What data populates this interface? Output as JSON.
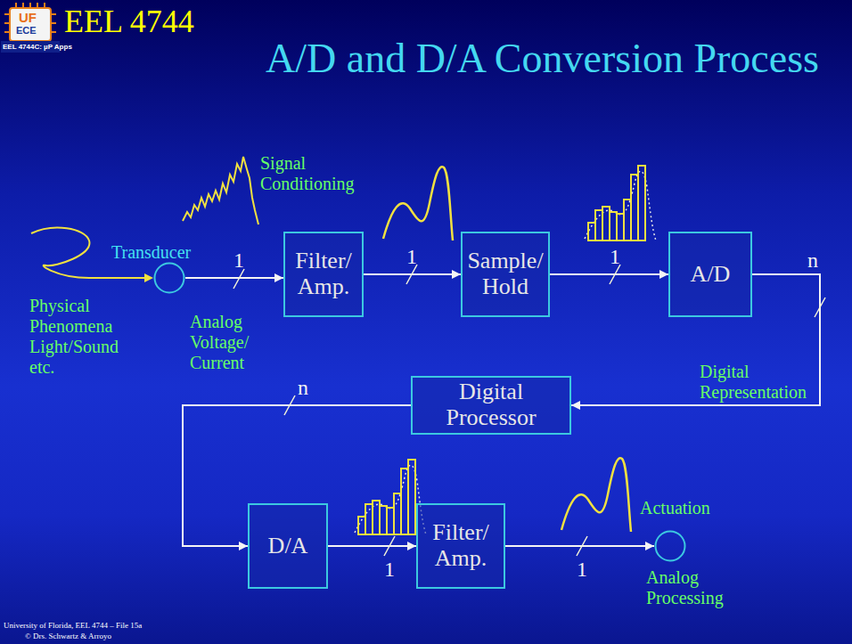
{
  "diagram": {
    "title": "A/D and D/A Conversion Process",
    "nodes": [
      {
        "text": [
          "Transducer"
        ]
      },
      {
        "text": [
          "Filter/ Amp."
        ]
      },
      {
        "text": [
          "Sample/ Hold"
        ]
      },
      {
        "text": [
          "A/D"
        ]
      },
      {
        "text": [
          "Digital Processor"
        ]
      },
      {
        "text": [
          "D/A"
        ]
      },
      {
        "text": [
          "Filter/ Amp."
        ]
      },
      {
        "text": [
          "Actuation",
          "Analog Processing"
        ]
      }
    ],
    "edges": [
      {
        "from": 0,
        "to": 1,
        "arrow": "to",
        "label": "1"
      },
      {
        "from": 1,
        "to": 2,
        "arrow": "to",
        "label": "1"
      },
      {
        "from": 2,
        "to": 3,
        "arrow": "to",
        "label": "1"
      },
      {
        "from": 3,
        "to": 4,
        "arrow": "to",
        "label": "n"
      },
      {
        "from": 4,
        "to": 5,
        "arrow": "to",
        "label": "n"
      },
      {
        "from": 5,
        "to": 6,
        "arrow": "to",
        "label": "1"
      },
      {
        "from": 6,
        "to": 7,
        "arrow": "to",
        "label": "1"
      }
    ],
    "labels": [
      "EEL 4744",
      "UF",
      "ECE",
      "EEL 4744C: µP Apps",
      "Physical Phenomena Light/Sound etc.",
      "Analog Voltage/ Current",
      "Signal Conditioning",
      "Digital Representation",
      "University of Florida, EEL 4744 – File 15a",
      "© Drs. Schwartz & Arroyo"
    ]
  }
}
